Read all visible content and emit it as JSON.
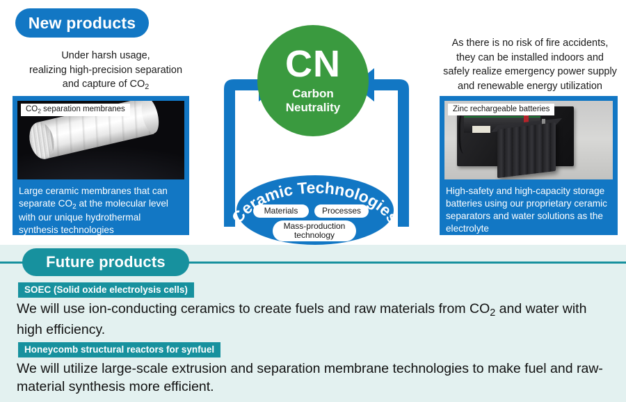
{
  "sections": {
    "new_products_label": "New products",
    "future_products_label": "Future products"
  },
  "left_column": {
    "caption_line1": "Under harsh usage,",
    "caption_line2": "realizing high-precision separation",
    "caption_line3_pre": "and capture of CO",
    "caption_line3_sub": "2",
    "photo_label_pre": "CO",
    "photo_label_sub": "2",
    "photo_label_post": " separation membranes",
    "photo_alt": "white ceramic separation membrane tube on black background",
    "card_text_line1": "Large ceramic membranes  that can",
    "card_text_line2_a": "separate CO",
    "card_text_line2_sub": "2",
    "card_text_line2_b": " at the molecular level",
    "card_text_line3": "with our unique hydrothermal",
    "card_text_line4": "synthesis technologies"
  },
  "right_column": {
    "caption_line1": "As there is no risk of fire accidents,",
    "caption_line2": "they can be installed indoors and",
    "caption_line3": "safely realize emergency power supply",
    "caption_line4": "and renewable energy utilization",
    "photo_label": "Zinc rechargeable batteries",
    "photo_alt": "black zinc rechargeable battery module in front of a battery rack",
    "card_text_line1": "High-safety and high-capacity storage",
    "card_text_line2": "batteries using our proprietary ceramic",
    "card_text_line3": "separators and water solutions as the",
    "card_text_line4": "electrolyte"
  },
  "hub": {
    "abbrev": "CN",
    "line1": "Carbon",
    "line2": "Neutrality",
    "ellipse_title": "Ceramic Technologies",
    "chips": [
      {
        "label": "Materials"
      },
      {
        "label": "Processes"
      },
      {
        "label": "Mass-production technology"
      }
    ],
    "chip_massprod_line1": "Mass-production",
    "chip_massprod_line2": "technology"
  },
  "future_products": [
    {
      "tag": "SOEC (Solid oxide electrolysis cells)",
      "body_line1_a": "We will use ion-conducting ceramics to create fuels and raw materials from CO",
      "body_line1_sub": "2",
      "body_line1_b": " and water",
      "body_line2": "with high efficiency."
    },
    {
      "tag": "Honeycomb structural reactors for synfuel",
      "body_line1": "We will utilize large-scale extrusion and separation membrane technologies to make fuel",
      "body_line2": "and raw-material synthesis more efficient."
    }
  ],
  "colors": {
    "brand_blue": "#1277c4",
    "brand_teal": "#17919e",
    "brand_green": "#3a9a3f",
    "panel_mint": "#e3f1f0",
    "white": "#ffffff"
  }
}
